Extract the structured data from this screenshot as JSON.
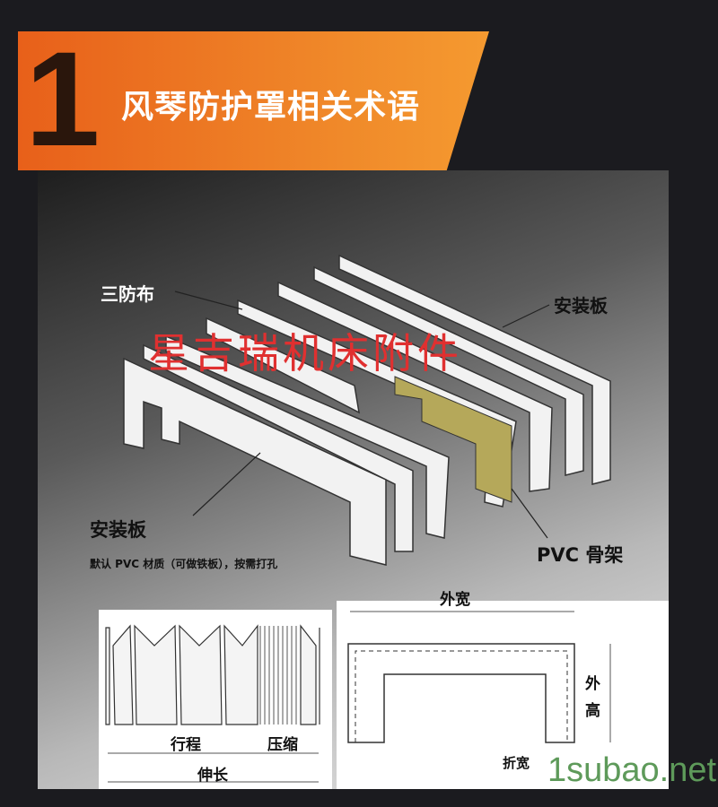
{
  "banner": {
    "number": "1",
    "title": "风琴防护罩相关术语"
  },
  "labels": {
    "cloth": "三防布",
    "mount_plate_top": "安装板",
    "mount_plate_bottom": "安装板",
    "mount_note": "默认 PVC 材质（可做铁板），按需打孔",
    "pvc_frame": "PVC 骨架"
  },
  "dimensions": {
    "stroke": "行程",
    "compressed": "压缩",
    "extended": "伸长",
    "outer_width": "外宽",
    "outer_height": "外高",
    "fold_width": "折宽"
  },
  "watermark": "星吉瑞机床附件",
  "site": "1subao.net",
  "colors": {
    "accent": "#f08a2a",
    "background": "#1b1b1f"
  }
}
